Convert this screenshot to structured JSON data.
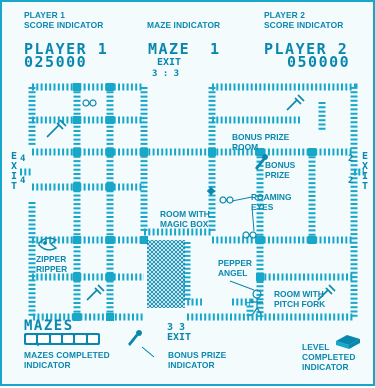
{
  "header": {
    "p1_caption": [
      "PLAYER 1",
      "SCORE INDICATOR"
    ],
    "maze_caption": "MAZE INDICATOR",
    "p2_caption": [
      "PLAYER 2",
      "SCORE INDICATOR"
    ],
    "p1_name": "PLAYER 1",
    "p1_score": "025000",
    "maze_label": "MAZE",
    "maze_number": "1",
    "exit_top": "EXIT",
    "exit_top_nums": "3 : 3",
    "p2_name": "PLAYER 2",
    "p2_score": "050000"
  },
  "maze": {
    "left_exit": [
      "E",
      "X",
      "I",
      "T"
    ],
    "left_exit_nums": [
      "4",
      "4"
    ],
    "right_exit": [
      "E",
      "X",
      "I",
      "T"
    ],
    "right_exit_nums": [
      "2",
      "2"
    ],
    "bottom_exit": "EXIT",
    "bottom_exit_nums": "3  3"
  },
  "callouts": {
    "bonus_room": [
      "BONUS PRIZE",
      "ROOM"
    ],
    "bonus_prize": [
      "BONUS",
      "PRIZE"
    ],
    "roaming_eyes": [
      "ROAMING",
      "EYES"
    ],
    "magic_box": [
      "ROOM WITH",
      "MAGIC BOX"
    ],
    "zipper_ripper": [
      "ZIPPER",
      "RIPPER"
    ],
    "pepper_angel": [
      "PEPPER",
      "ANGEL"
    ],
    "pitch_fork": [
      "ROOM WITH",
      "PITCH FORK"
    ]
  },
  "footer": {
    "mazes_label": "MAZES",
    "mazes_completed": [
      "MAZES COMPLETED",
      "INDICATOR"
    ],
    "bonus_indicator": [
      "BONUS PRIZE",
      "INDICATOR"
    ],
    "level_indicator": [
      "LEVEL",
      "COMPLETED",
      "INDICATOR"
    ]
  },
  "icons": [
    "pitchfork-icon",
    "roaming-eyes-icon",
    "magic-box-icon",
    "zipper-ripper-icon",
    "pepper-angel-icon",
    "bonus-prize-icon",
    "level-tile-icon"
  ],
  "colors": {
    "ink": "#0b87ad",
    "track": "#19a7c9",
    "paper": "#f3fbfd"
  }
}
